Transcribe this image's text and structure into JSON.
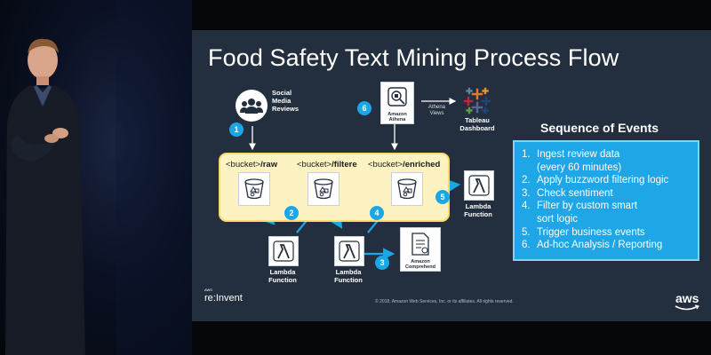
{
  "slide": {
    "title": "Food Safety Text Mining Process Flow",
    "social_media_label_1": "Social",
    "social_media_label_2": "Media",
    "social_media_label_3": "Reviews",
    "athena_caption_1": "Amazon",
    "athena_caption_2": "Athena",
    "athena_views_1": "Athena",
    "athena_views_2": "Views",
    "tableau_label_1": "Tableau",
    "tableau_label_2": "Dashboard",
    "buckets": [
      {
        "prefix": "<bucket>",
        "suffix": "/raw"
      },
      {
        "prefix": "<bucket>",
        "suffix": "/filtere"
      },
      {
        "prefix": "<bucket>",
        "suffix": "/enriched"
      }
    ],
    "lambda_label_1": "Lambda",
    "lambda_label_2": "Function",
    "comprehend_caption_1": "Amazon",
    "comprehend_caption_2": "Comprehend",
    "steps": [
      "1",
      "2",
      "3",
      "4",
      "5",
      "6"
    ],
    "sequence_title": "Sequence of Events",
    "sequence": [
      {
        "num": "1.",
        "text": "Ingest review data"
      },
      {
        "num": "",
        "text": "(every 60 minutes)"
      },
      {
        "num": "2.",
        "text": "Apply buzzword filtering logic"
      },
      {
        "num": "3.",
        "text": "Check sentiment"
      },
      {
        "num": "4.",
        "text": "Filter by custom smart"
      },
      {
        "num": "",
        "text": "sort logic"
      },
      {
        "num": "5.",
        "text": "Trigger business events"
      },
      {
        "num": "6.",
        "text": "Ad-hoc Analysis / Reporting"
      }
    ],
    "brand_sup": "AWS",
    "brand": "re:Invent",
    "copyright": "© 2018, Amazon Web Services, Inc. or its affiliates. All rights reserved.",
    "aws_logo": "aws"
  },
  "colors": {
    "slide_bg": "#232f3e",
    "accent_blue": "#1ea6e6",
    "bucket_panel": "#fcf2c2",
    "lambda_orange": "#f58536"
  }
}
